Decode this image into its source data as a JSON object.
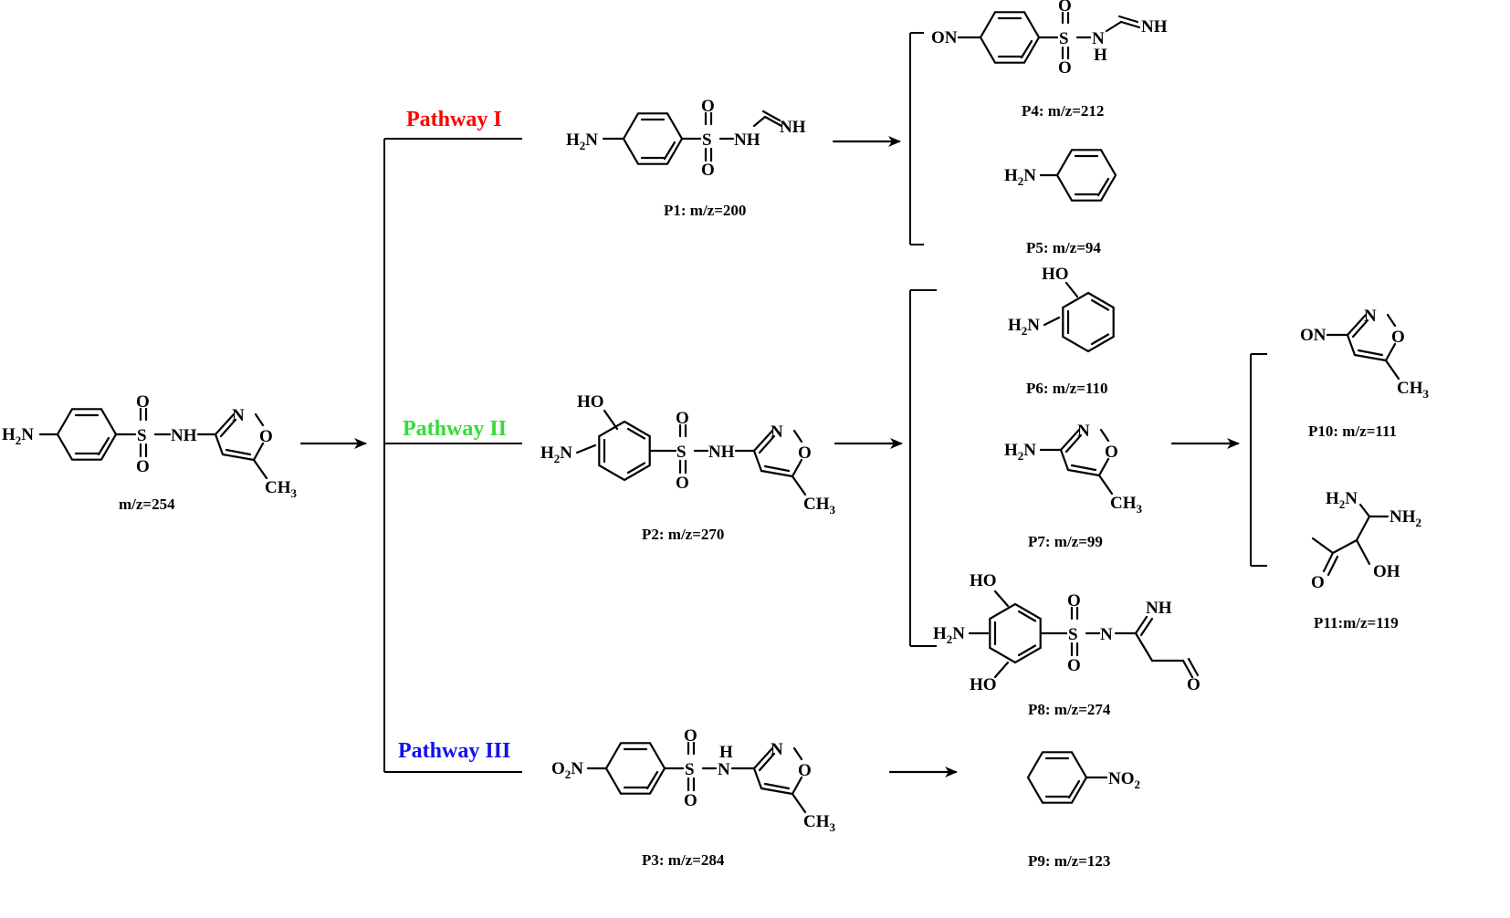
{
  "pathways": [
    {
      "label": "Pathway I",
      "color": "#ff0000"
    },
    {
      "label": "Pathway II",
      "color": "#33dd33"
    },
    {
      "label": "Pathway III",
      "color": "#1010ee"
    }
  ],
  "compound_labels": {
    "parent": "m/z=254",
    "P1": "P1: m/z=200",
    "P2": "P2: m/z=270",
    "P3": "P3: m/z=284",
    "P4": "P4:  m/z=212",
    "P5": "P5: m/z=94",
    "P6": "P6: m/z=110",
    "P7": "P7: m/z=99",
    "P8": "P8: m/z=274",
    "P9": "P9: m/z=123",
    "P10": "P10: m/z=111",
    "P11": "P11:m/z=119"
  },
  "atoms": {
    "H": "H",
    "H2": "H",
    "two": "2",
    "three": "3",
    "N": "N",
    "O": "O",
    "S": "S",
    "C": "C",
    "NH": "NH",
    "HO": "HO",
    "OH": "OH",
    "ON": "ON",
    "H2N_prefix": "H",
    "O2_prefix": "O",
    "NO_suffix": "NO"
  }
}
